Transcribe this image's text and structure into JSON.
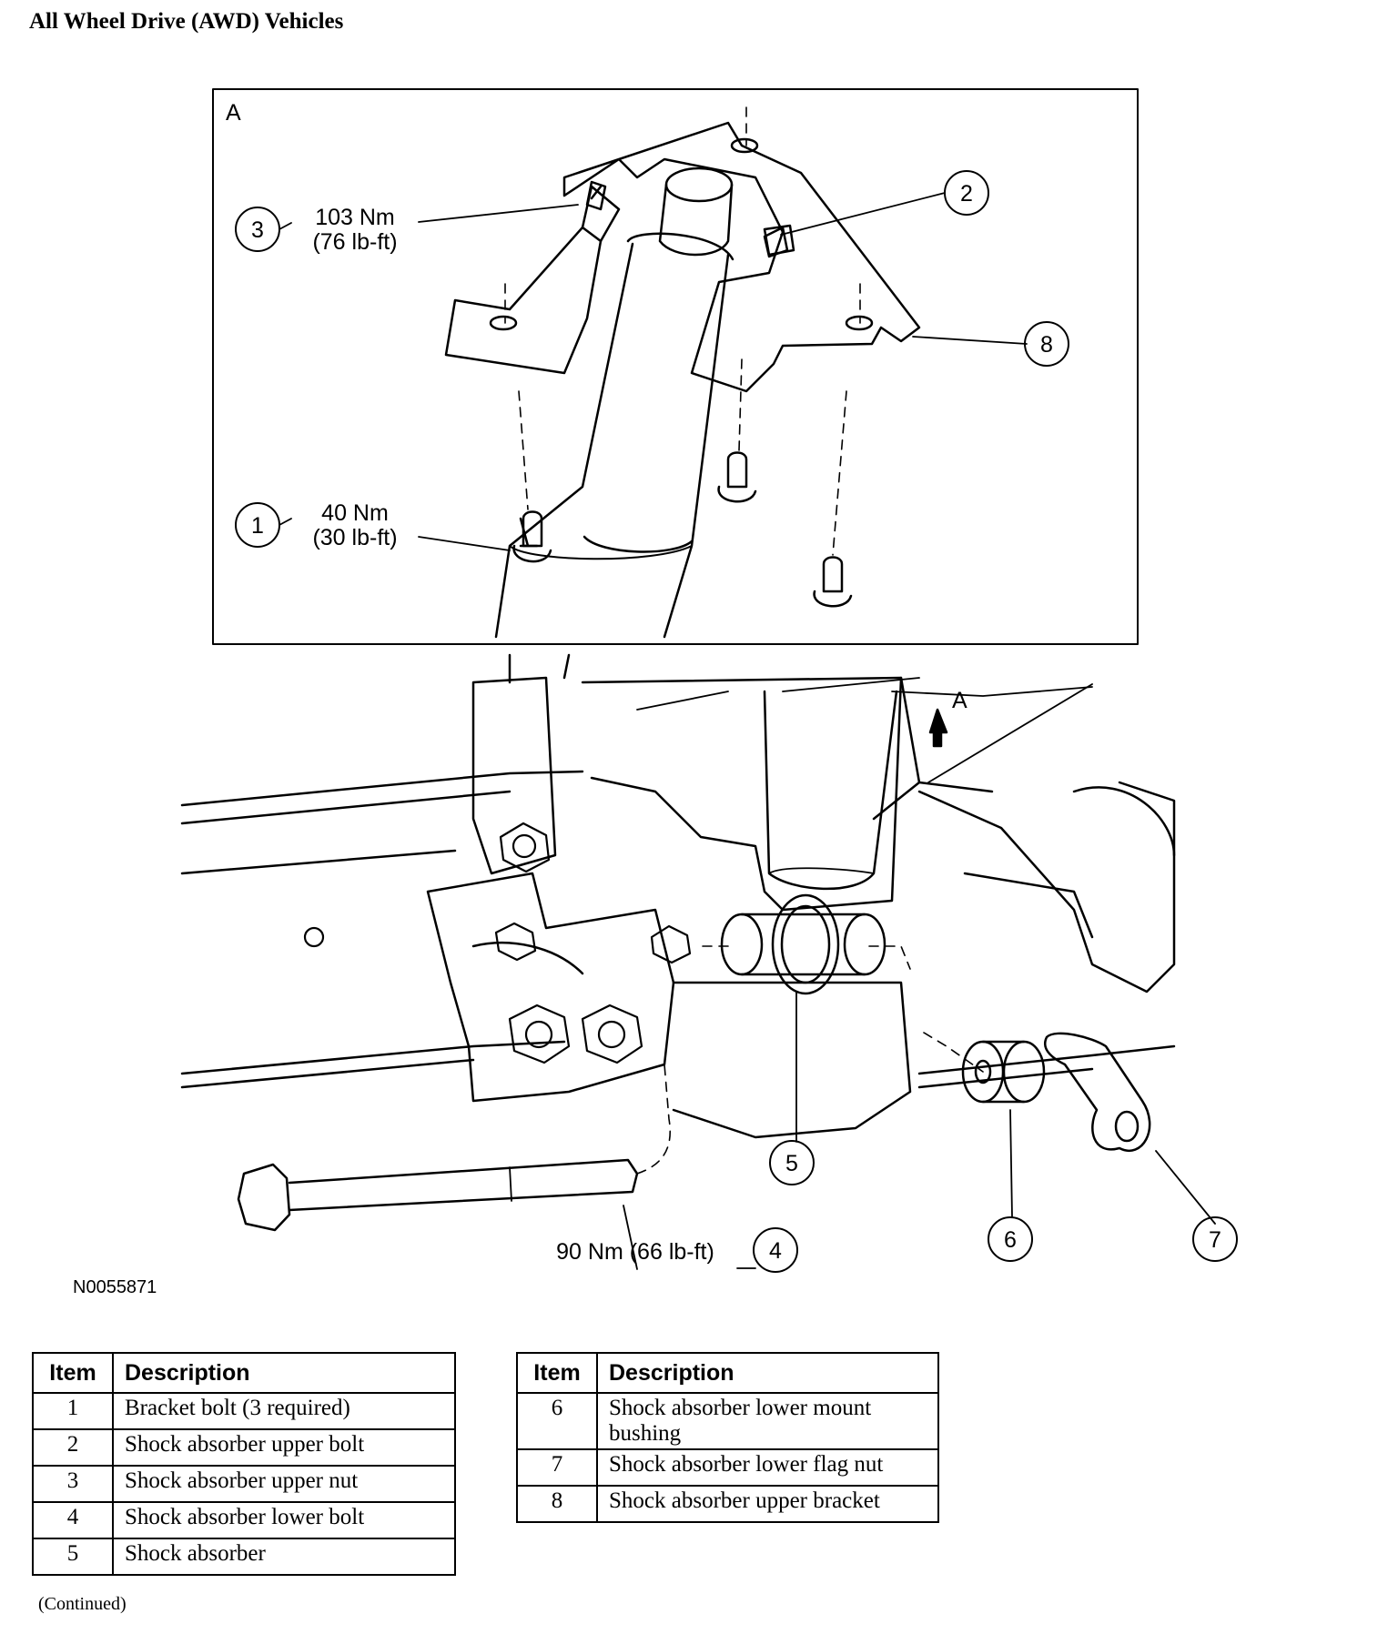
{
  "heading": "All Wheel Drive (AWD) Vehicles",
  "figure_id": "N0055871",
  "detail": {
    "view_label": "A",
    "arrow_label": "A"
  },
  "callouts": [
    {
      "number": "1",
      "torque_nm": "40 Nm",
      "torque_lbft": "(30 lb-ft)"
    },
    {
      "number": "2"
    },
    {
      "number": "3",
      "torque_nm": "103 Nm",
      "torque_lbft": "(76 lb-ft)"
    },
    {
      "number": "4",
      "torque": "90 Nm (66 lb-ft)"
    },
    {
      "number": "5"
    },
    {
      "number": "6"
    },
    {
      "number": "7"
    },
    {
      "number": "8"
    }
  ],
  "table": {
    "headers": {
      "item": "Item",
      "description": "Description"
    },
    "left_rows": [
      {
        "item": "1",
        "description": "Bracket bolt (3 required)"
      },
      {
        "item": "2",
        "description": "Shock absorber upper bolt"
      },
      {
        "item": "3",
        "description": "Shock absorber upper nut"
      },
      {
        "item": "4",
        "description": "Shock absorber lower bolt"
      },
      {
        "item": "5",
        "description": "Shock absorber"
      }
    ],
    "right_rows": [
      {
        "item": "6",
        "description": "Shock absorber lower mount bushing"
      },
      {
        "item": "7",
        "description": "Shock absorber lower flag nut"
      },
      {
        "item": "8",
        "description": "Shock absorber upper bracket"
      }
    ]
  },
  "continued": "(Continued)"
}
